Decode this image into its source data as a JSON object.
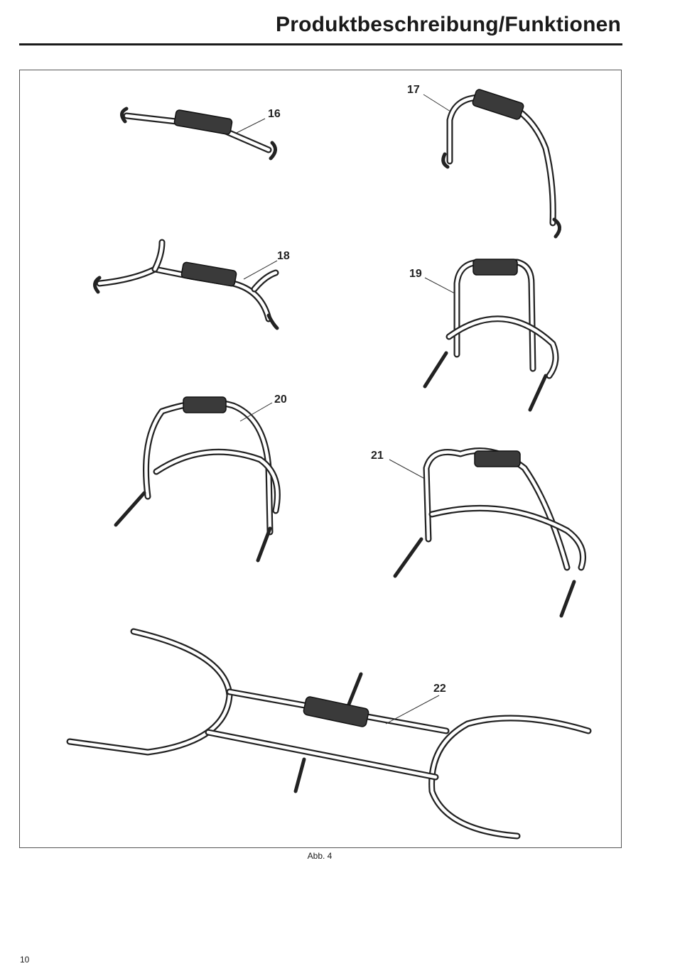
{
  "header": {
    "title": "Produktbeschreibung/Funktionen"
  },
  "figure": {
    "caption": "Abb. 4",
    "labels": [
      "16",
      "17",
      "18",
      "19",
      "20",
      "21",
      "22"
    ]
  },
  "footer": {
    "page_number": "10"
  }
}
